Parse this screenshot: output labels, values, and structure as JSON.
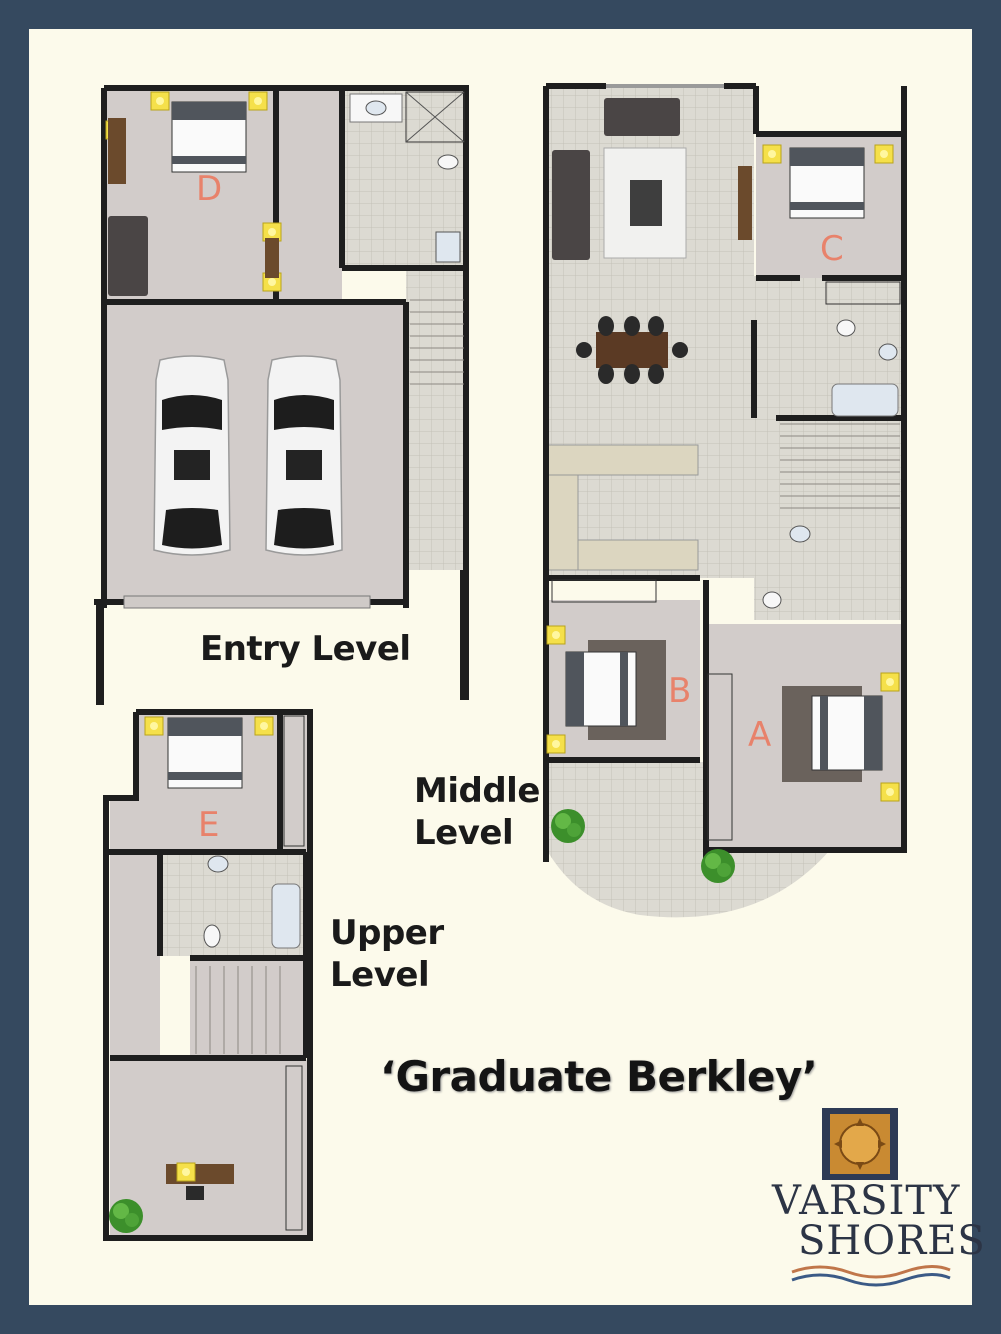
{
  "levels": {
    "entry": "Entry Level",
    "middle_line1": "Middle",
    "middle_line2": "Level",
    "upper_line1": "Upper",
    "upper_line2": "Level"
  },
  "rooms": {
    "a": "A",
    "b": "B",
    "c": "C",
    "d": "D",
    "e": "E"
  },
  "title": "‘Graduate Berkley’",
  "brand": {
    "line1": "VARSITY",
    "line2": "SHORES"
  },
  "icons": [
    "bed-icon",
    "car-icon",
    "lamp-icon",
    "toilet-icon",
    "sink-icon",
    "bathtub-icon",
    "sofa-icon",
    "dining-table-icon",
    "stairs-icon",
    "plant-icon",
    "sun-logo-icon"
  ],
  "colors": {
    "frame": "#35495f",
    "paper": "#fcfaeb",
    "floor": "#d2ccca",
    "tile": "#dcdad2",
    "wall": "#1e1e1e",
    "room_letter": "#e8826b",
    "lamp": "#f5e04a"
  }
}
